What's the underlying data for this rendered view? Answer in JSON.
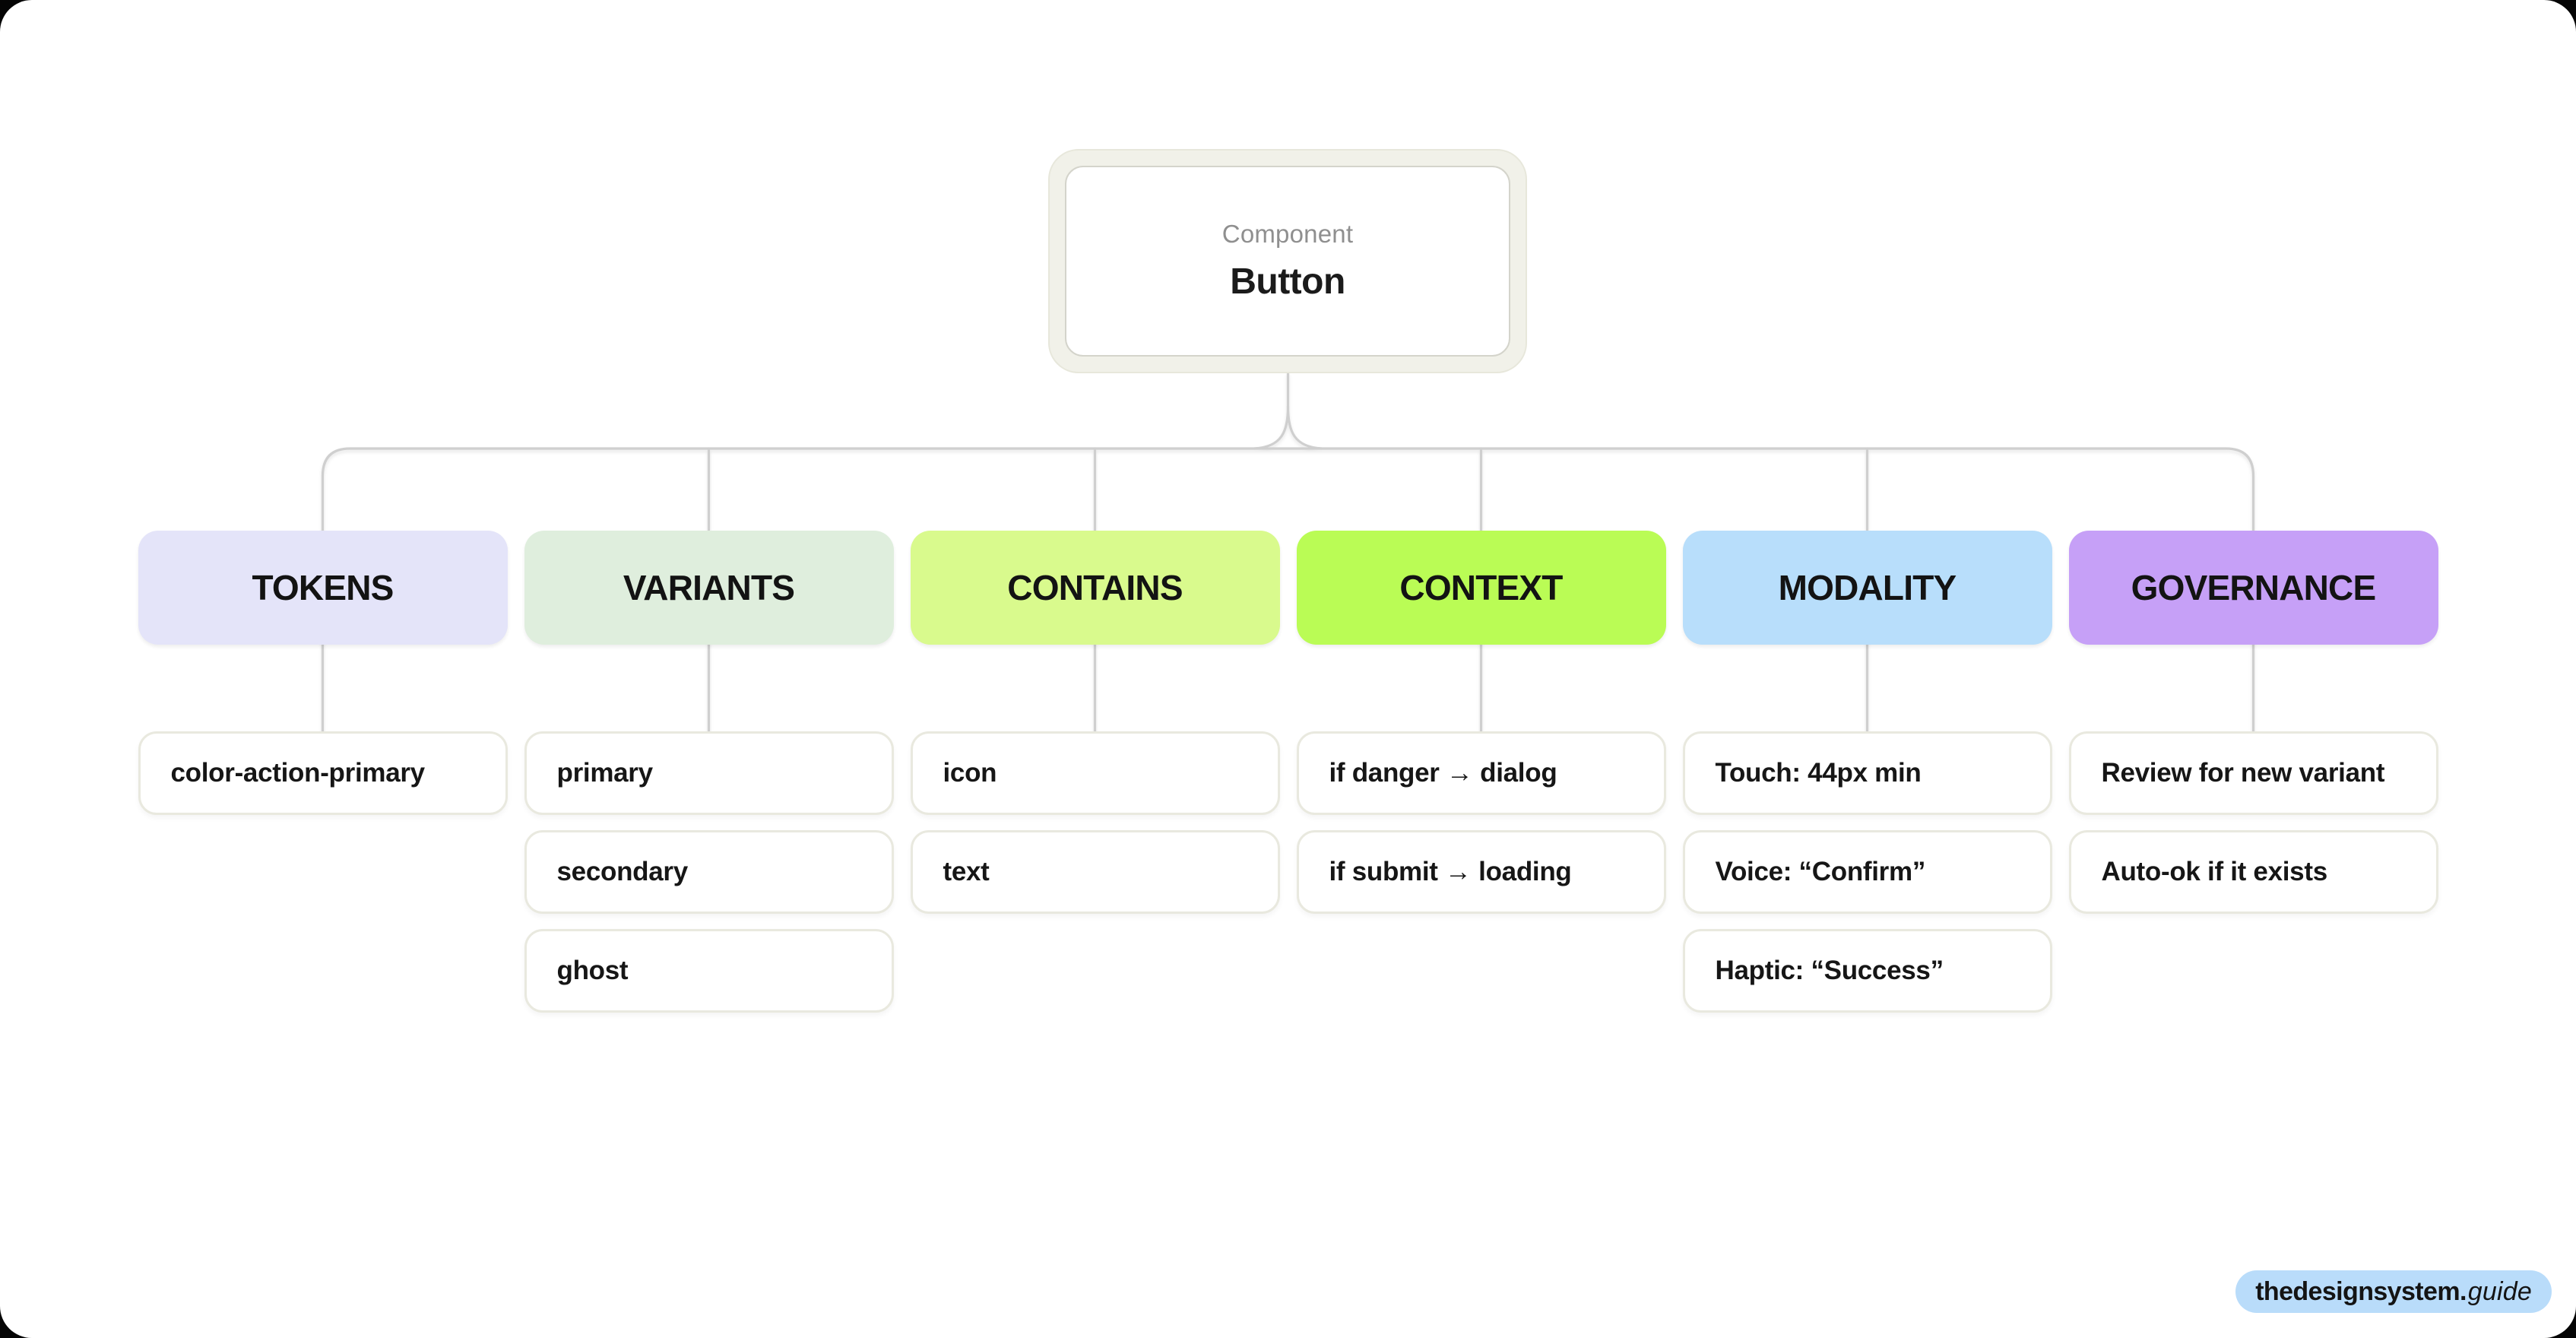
{
  "root": {
    "eyebrow": "Component",
    "title": "Button"
  },
  "columns": [
    {
      "label": "TOKENS",
      "color": "#e4e4f9",
      "leaves": [
        "color-action-primary"
      ]
    },
    {
      "label": "VARIANTS",
      "color": "#dfeedd",
      "leaves": [
        "primary",
        "secondary",
        "ghost"
      ]
    },
    {
      "label": "CONTAINS",
      "color": "#d9fa8d",
      "leaves": [
        "icon",
        "text"
      ]
    },
    {
      "label": "CONTEXT",
      "color": "#bafc55",
      "leaves": [
        "if danger → dialog",
        "if submit → loading"
      ]
    },
    {
      "label": "MODALITY",
      "color": "#b8defb",
      "leaves": [
        "Touch: 44px min",
        "Voice: “Confirm”",
        "Haptic: “Success”"
      ]
    },
    {
      "label": "GOVERNANCE",
      "color": "#c6a0f7",
      "leaves": [
        "Review for new variant",
        "Auto-ok if it exists"
      ]
    }
  ],
  "badge": {
    "brand": "thedesignsystem.",
    "suffix": "guide",
    "color": "#b9dcfa"
  },
  "diagram": {
    "connector_color": "#cfcfcf"
  }
}
